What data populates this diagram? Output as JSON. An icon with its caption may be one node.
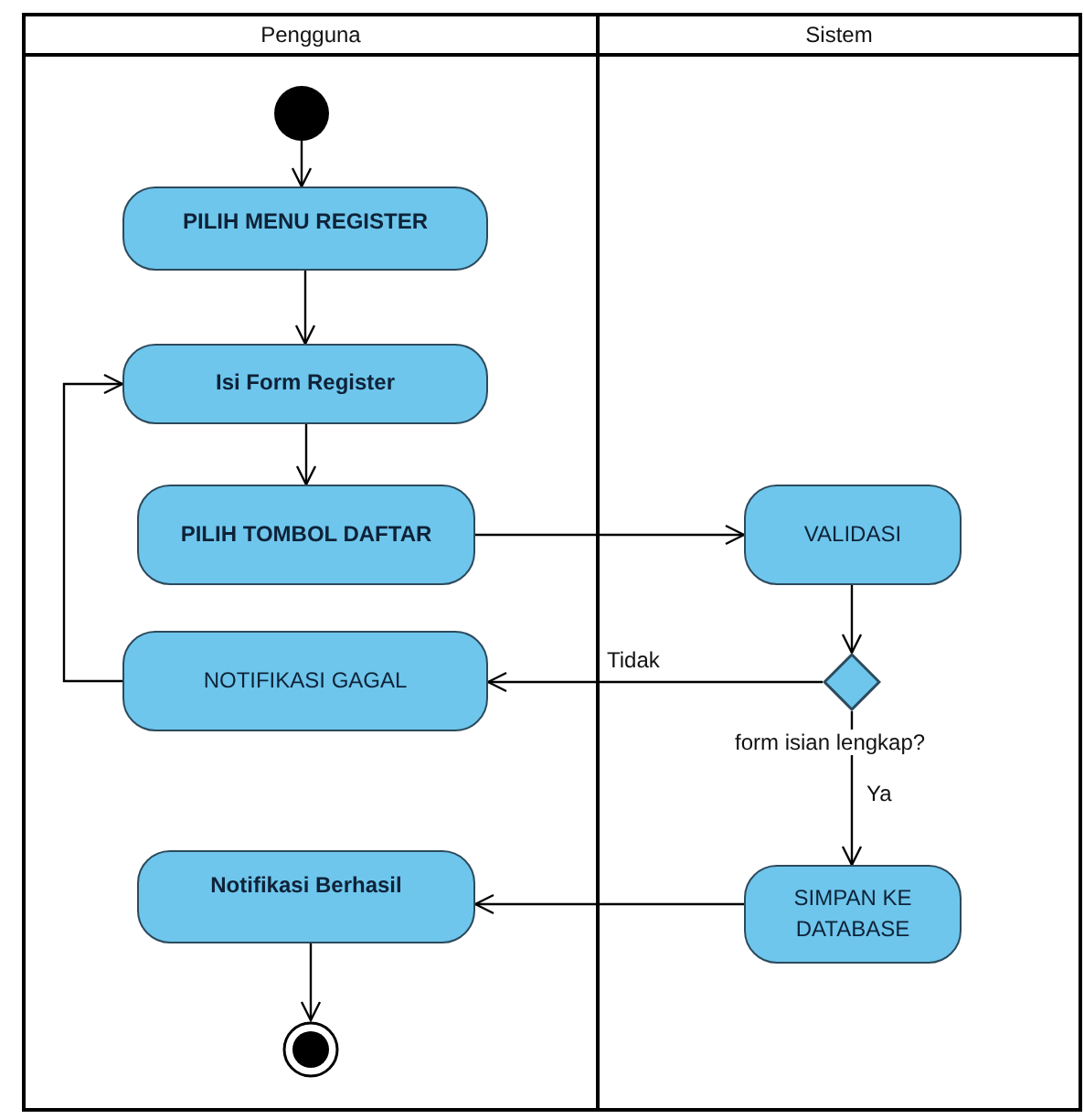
{
  "diagram": {
    "nodes": [
      {
        "text": [
          "Pengguna"
        ]
      },
      {
        "text": [
          "Sistem"
        ]
      },
      {
        "text": [],
        "shape": "circle",
        "in": 0
      },
      {
        "text": [
          "PILIH MENU REGISTER"
        ],
        "in": 0
      },
      {
        "text": [
          "Isi Form Register"
        ],
        "in": 0
      },
      {
        "text": [
          "PILIH TOMBOL DAFTAR"
        ],
        "in": 0
      },
      {
        "text": [
          "VALIDASI"
        ],
        "in": 1
      },
      {
        "text": [],
        "shape": "diamond",
        "in": 1,
        "beside": [
          "form isian lengkap?"
        ]
      },
      {
        "text": [
          "NOTIFIKASI GAGAL"
        ],
        "in": 0
      },
      {
        "text": [
          "SIMPAN KE DATABASE"
        ],
        "in": 1
      },
      {
        "text": [
          "Notifikasi Berhasil"
        ],
        "in": 0
      },
      {
        "text": [],
        "shape": "circle",
        "in": 0
      }
    ],
    "edges": [
      {
        "from": 2,
        "to": 3,
        "arrow": "to"
      },
      {
        "from": 3,
        "to": 4,
        "arrow": "to"
      },
      {
        "from": 4,
        "to": 5,
        "arrow": "to"
      },
      {
        "from": 5,
        "to": 6,
        "arrow": "to"
      },
      {
        "from": 6,
        "to": 7,
        "arrow": "to"
      },
      {
        "from": 7,
        "to": 8,
        "arrow": "to",
        "label": "Tidak"
      },
      {
        "from": 7,
        "to": 9,
        "arrow": "to",
        "label": "Ya"
      },
      {
        "from": 8,
        "to": 4,
        "arrow": "to"
      },
      {
        "from": 9,
        "to": 10,
        "arrow": "to"
      },
      {
        "from": 10,
        "to": 11,
        "arrow": "to"
      }
    ]
  }
}
